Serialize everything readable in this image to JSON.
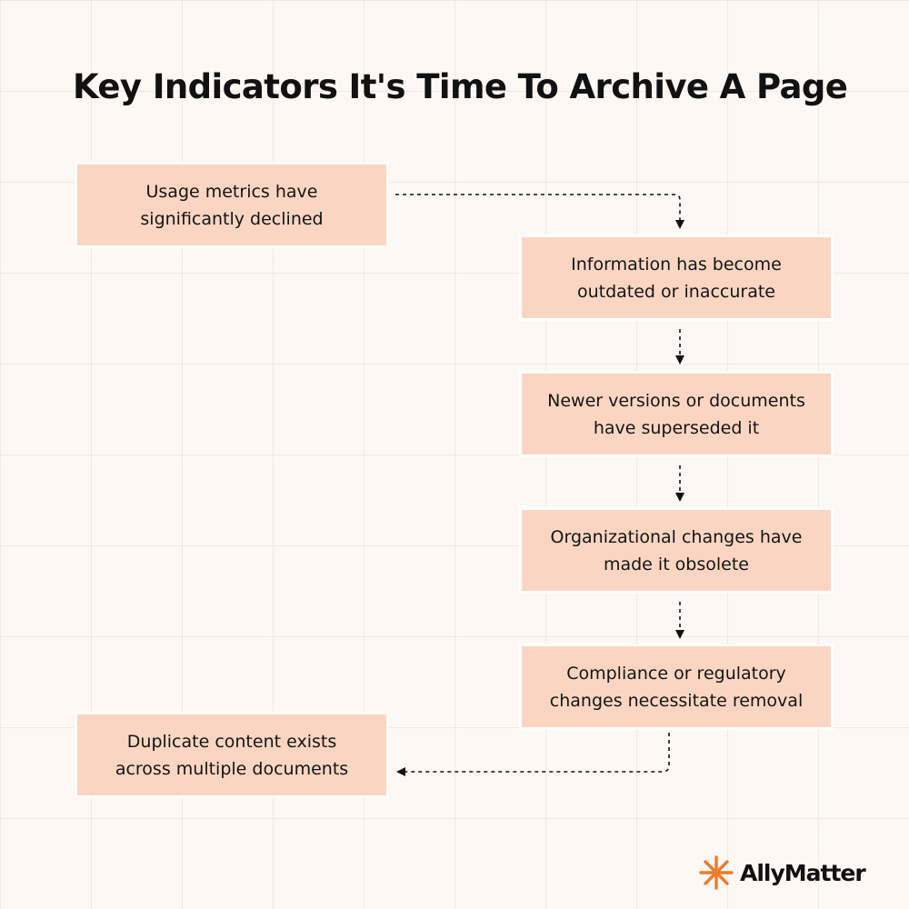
{
  "title": "Key Indicators It's Time To Archive A Page",
  "steps": [
    {
      "line1": "Usage metrics have",
      "line2": "significantly declined"
    },
    {
      "line1": "Information has become",
      "line2": "outdated or inaccurate"
    },
    {
      "line1": "Newer versions or documents",
      "line2": "have superseded it"
    },
    {
      "line1": "Organizational changes have",
      "line2": "made it obsolete"
    },
    {
      "line1": "Compliance or regulatory",
      "line2": "changes necessitate removal"
    },
    {
      "line1": "Duplicate content exists",
      "line2": "across multiple documents"
    }
  ],
  "brand": {
    "name": "AllyMatter",
    "logo_icon": "asterisk-burst-icon",
    "accent_color": "#f07a2e"
  },
  "colors": {
    "background": "#fdf8f4",
    "box_fill": "#fad6c2",
    "text": "#111111"
  }
}
